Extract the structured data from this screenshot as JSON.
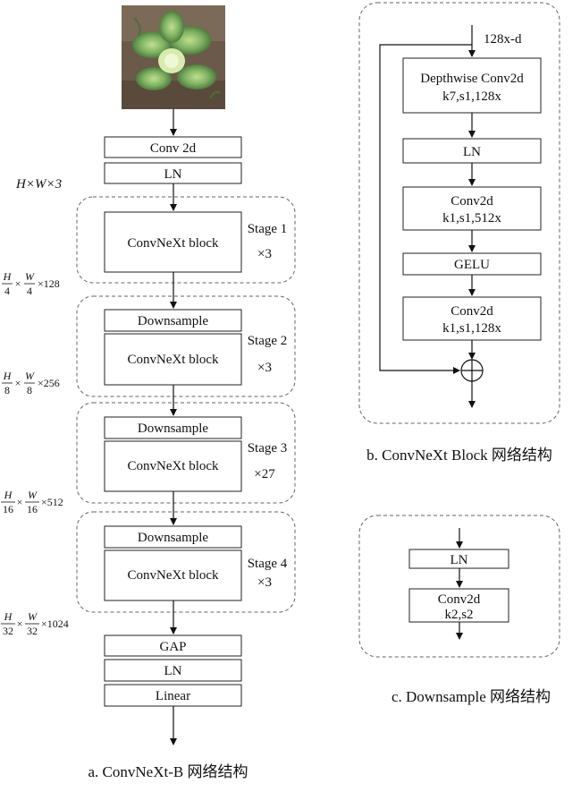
{
  "main_network": {
    "conv2d": "Conv 2d",
    "ln_top": "LN",
    "input_dim": "H×W×3",
    "stages": [
      {
        "label": "Stage 1",
        "repeat": "×3",
        "block": "ConvNeXt  block"
      },
      {
        "label": "Stage 2",
        "repeat": "×3",
        "block": "ConvNeXt  block",
        "downsample": "Downsample"
      },
      {
        "label": "Stage 3",
        "repeat": "×27",
        "block": "ConvNeXt  block",
        "downsample": "Downsample"
      },
      {
        "label": "Stage 4",
        "repeat": "×3",
        "block": "ConvNeXt  block",
        "downsample": "Downsample"
      }
    ],
    "dims": [
      {
        "h": "H",
        "w": "W",
        "den": "4",
        "ch": "×128"
      },
      {
        "h": "H",
        "w": "W",
        "den": "8",
        "ch": "×256"
      },
      {
        "h": "H",
        "w": "W",
        "den": "16",
        "ch": "×512"
      },
      {
        "h": "H",
        "w": "W",
        "den": "32",
        "ch": "×1024"
      }
    ],
    "times": "×",
    "gap": "GAP",
    "ln_bottom": "LN",
    "linear": "Linear",
    "caption": "a. ConvNeXt-B 网络结构"
  },
  "block_detail": {
    "input_label": "128x-d",
    "dw_line1": "Depthwise Conv2d",
    "dw_line2": "k7,s1,128x",
    "ln": "LN",
    "conv1_line1": "Conv2d",
    "conv1_line2": "k1,s1,512x",
    "gelu": "GELU",
    "conv2_line1": "Conv2d",
    "conv2_line2": "k1,s1,128x",
    "caption": "b. ConvNeXt Block 网络结构"
  },
  "downsample_detail": {
    "ln": "LN",
    "conv_line1": "Conv2d",
    "conv_line2": "k2,s2",
    "caption": "c. Downsample 网络结构"
  }
}
